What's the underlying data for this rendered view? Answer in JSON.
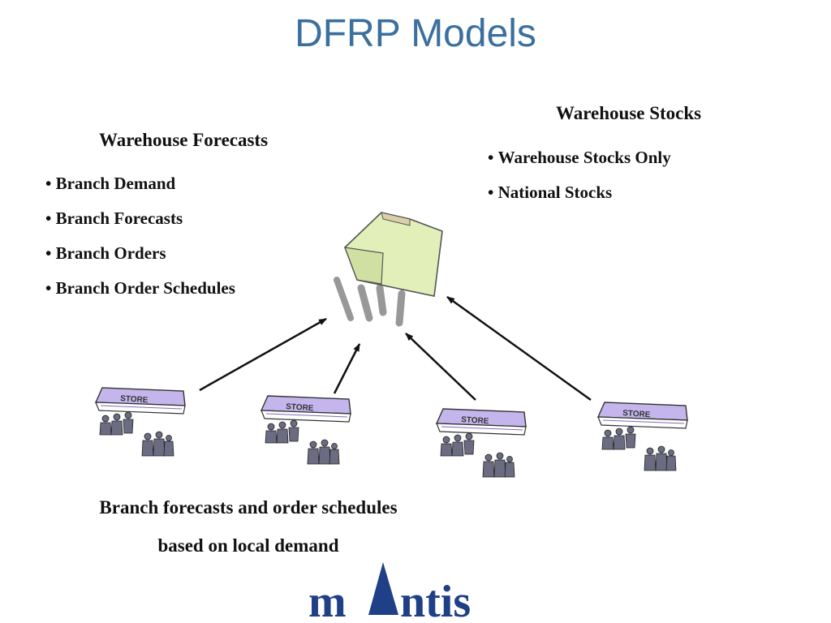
{
  "title": "DFRP Models",
  "warehouse_forecasts": {
    "heading": "Warehouse Forecasts",
    "items": [
      "Branch Demand",
      "Branch Forecasts",
      "Branch Orders",
      "Branch Order Schedules"
    ]
  },
  "warehouse_stocks": {
    "heading": "Warehouse Stocks",
    "items": [
      "Warehouse Stocks Only",
      "National Stocks"
    ]
  },
  "stores": [
    {
      "sign": "STORE"
    },
    {
      "sign": "STORE"
    },
    {
      "sign": "STORE"
    },
    {
      "sign": "STORE"
    }
  ],
  "caption": {
    "line1": "Branch forecasts and order schedules",
    "line2": "based on local demand"
  },
  "logo": {
    "text_left": "m",
    "text_right": "ntis",
    "color": "#1f3f86"
  },
  "colors": {
    "title": "#3a6f9e",
    "store_roof": "#c4b6ec",
    "warehouse": "#e2efb9"
  }
}
